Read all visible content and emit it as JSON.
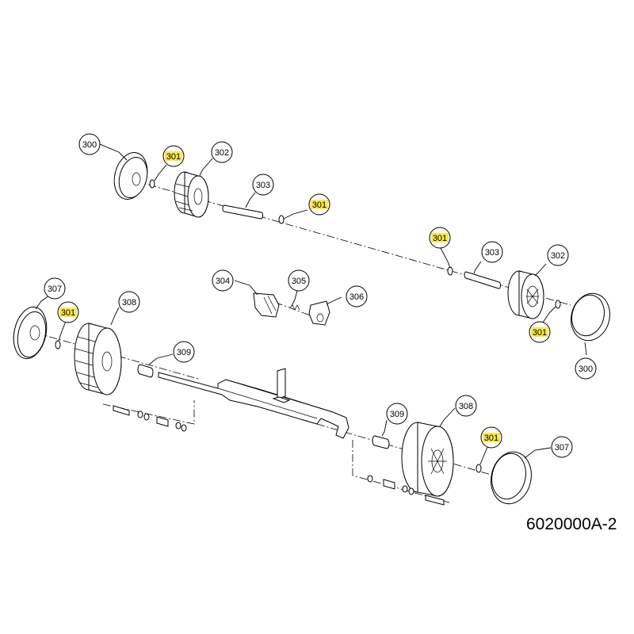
{
  "drawing": {
    "number": "6020000A-2",
    "highlight_color": "#fde74c",
    "line_color": "#000000"
  },
  "callouts": [
    {
      "label": "300",
      "highlighted": false
    },
    {
      "label": "301",
      "highlighted": true
    },
    {
      "label": "302",
      "highlighted": false
    },
    {
      "label": "303",
      "highlighted": false
    },
    {
      "label": "301",
      "highlighted": true
    },
    {
      "label": "301",
      "highlighted": true
    },
    {
      "label": "303",
      "highlighted": false
    },
    {
      "label": "302",
      "highlighted": false
    },
    {
      "label": "301",
      "highlighted": true
    },
    {
      "label": "300",
      "highlighted": false
    },
    {
      "label": "304",
      "highlighted": false
    },
    {
      "label": "305",
      "highlighted": false
    },
    {
      "label": "306",
      "highlighted": false
    },
    {
      "label": "307",
      "highlighted": false
    },
    {
      "label": "301",
      "highlighted": true
    },
    {
      "label": "308",
      "highlighted": false
    },
    {
      "label": "309",
      "highlighted": false
    },
    {
      "label": "309",
      "highlighted": false
    },
    {
      "label": "308",
      "highlighted": false
    },
    {
      "label": "301",
      "highlighted": true
    },
    {
      "label": "307",
      "highlighted": false
    }
  ]
}
